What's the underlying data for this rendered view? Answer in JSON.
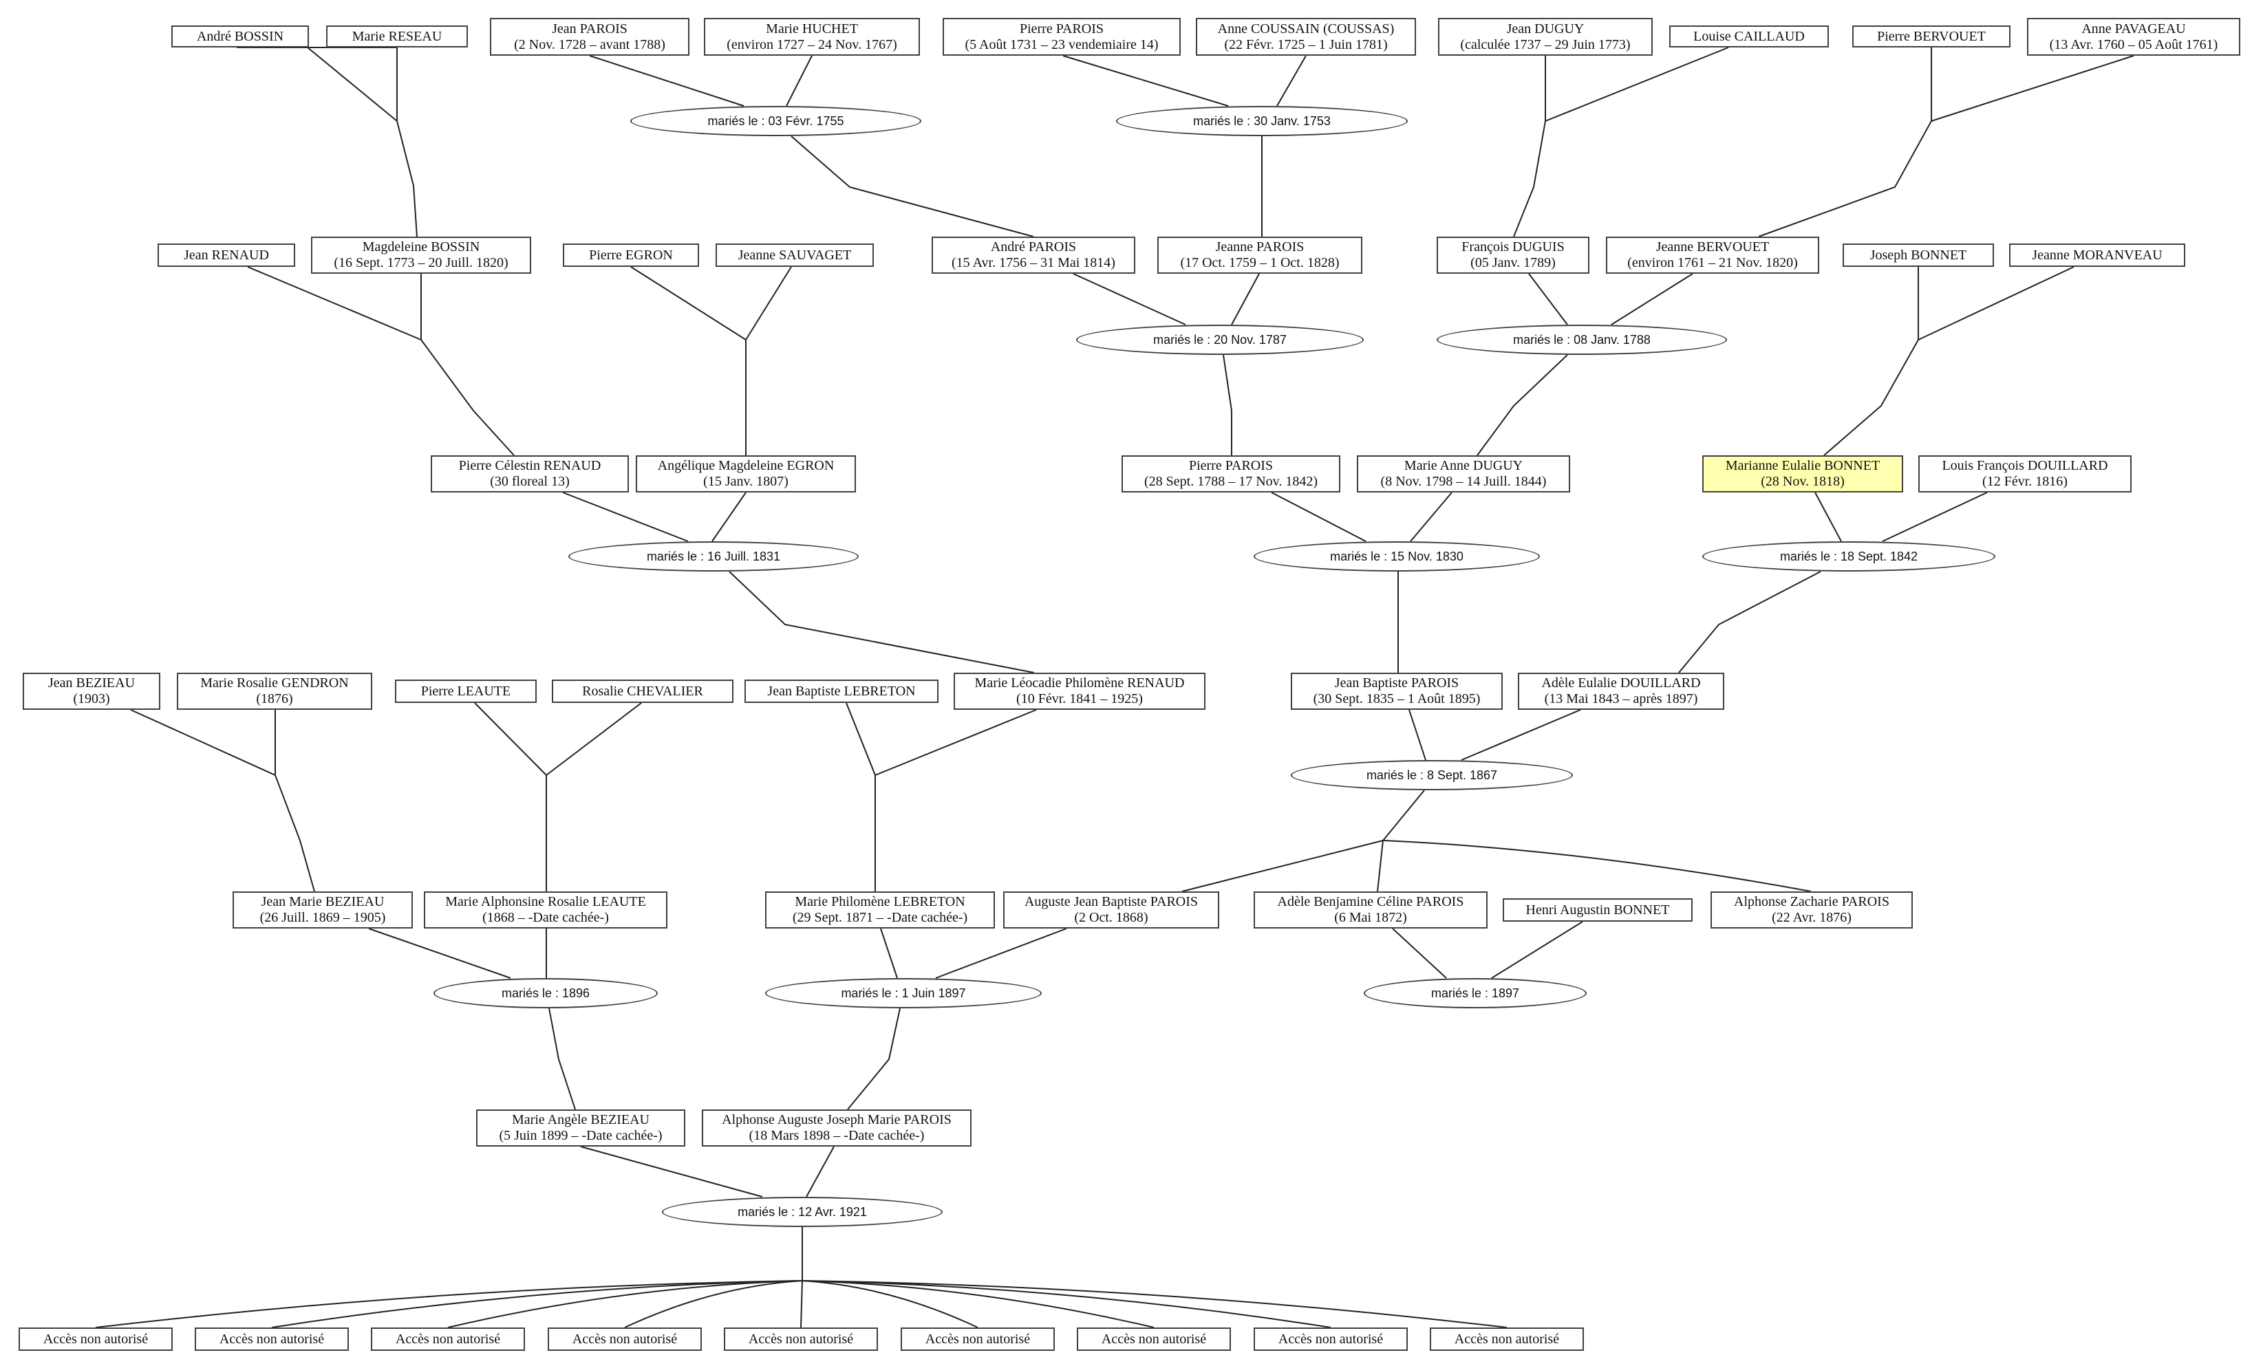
{
  "colors": {
    "highlight": "#ffffb0",
    "border": "#404040",
    "line": "#222222"
  },
  "persons": {
    "andre_bossin": {
      "name": "André BOSSIN",
      "dates": ""
    },
    "marie_reseau": {
      "name": "Marie RESEAU",
      "dates": ""
    },
    "jean_parois_1728": {
      "name": "Jean PAROIS",
      "dates": "(2 Nov. 1728 – avant 1788)"
    },
    "marie_huchet": {
      "name": "Marie HUCHET",
      "dates": "(environ 1727 – 24 Nov. 1767)"
    },
    "pierre_parois_1731": {
      "name": "Pierre PAROIS",
      "dates": "(5 Août 1731 – 23 vendemiaire 14)"
    },
    "anne_coussain": {
      "name": "Anne COUSSAIN (COUSSAS)",
      "dates": "(22 Févr. 1725 – 1 Juin 1781)"
    },
    "jean_duguy": {
      "name": "Jean DUGUY",
      "dates": "(calculée 1737 – 29 Juin 1773)"
    },
    "louise_caillaud": {
      "name": "Louise CAILLAUD",
      "dates": ""
    },
    "pierre_bervouet": {
      "name": "Pierre BERVOUET",
      "dates": ""
    },
    "anne_pavageau": {
      "name": "Anne PAVAGEAU",
      "dates": "(13 Avr. 1760 – 05 Août 1761)"
    },
    "jean_renaud": {
      "name": "Jean RENAUD",
      "dates": ""
    },
    "magdeleine_bossin": {
      "name": "Magdeleine BOSSIN",
      "dates": "(16 Sept. 1773 – 20 Juill. 1820)"
    },
    "pierre_egron": {
      "name": "Pierre EGRON",
      "dates": ""
    },
    "jeanne_sauvaget": {
      "name": "Jeanne SAUVAGET",
      "dates": ""
    },
    "andre_parois": {
      "name": "André PAROIS",
      "dates": "(15 Avr. 1756 – 31 Mai 1814)"
    },
    "jeanne_parois": {
      "name": "Jeanne PAROIS",
      "dates": "(17 Oct. 1759 – 1 Oct. 1828)"
    },
    "francois_duguis": {
      "name": "François DUGUIS",
      "dates": "(05 Janv. 1789)"
    },
    "jeanne_bervouet": {
      "name": "Jeanne BERVOUET",
      "dates": "(environ 1761 – 21 Nov. 1820)"
    },
    "joseph_bonnet": {
      "name": "Joseph BONNET",
      "dates": ""
    },
    "jeanne_moranveau": {
      "name": "Jeanne MORANVEAU",
      "dates": ""
    },
    "pierre_celestin_renaud": {
      "name": "Pierre Célestin RENAUD",
      "dates": "(30 floreal 13)"
    },
    "angelique_egron": {
      "name": "Angélique Magdeleine EGRON",
      "dates": "(15 Janv. 1807)"
    },
    "pierre_parois_1788": {
      "name": "Pierre PAROIS",
      "dates": "(28 Sept. 1788 – 17 Nov. 1842)"
    },
    "marie_anne_duguy": {
      "name": "Marie Anne DUGUY",
      "dates": "(8 Nov. 1798 – 14 Juill. 1844)"
    },
    "marianne_bonnet": {
      "name": "Marianne Eulalie BONNET",
      "dates": "(28 Nov. 1818)"
    },
    "louis_douillard": {
      "name": "Louis François DOUILLARD",
      "dates": "(12 Févr. 1816)"
    },
    "jean_bezieau_1903": {
      "name": "Jean BEZIEAU",
      "dates": "(1903)"
    },
    "marie_rosalie_gendron": {
      "name": "Marie Rosalie GENDRON",
      "dates": "(1876)"
    },
    "pierre_leaute": {
      "name": "Pierre LEAUTE",
      "dates": ""
    },
    "rosalie_chevalier": {
      "name": "Rosalie CHEVALIER",
      "dates": ""
    },
    "jean_baptiste_lebreton": {
      "name": "Jean Baptiste LEBRETON",
      "dates": ""
    },
    "marie_leocadie_renaud": {
      "name": "Marie Léocadie Philomène RENAUD",
      "dates": "(10 Févr. 1841 – 1925)"
    },
    "jean_baptiste_parois": {
      "name": "Jean Baptiste PAROIS",
      "dates": "(30 Sept. 1835 – 1 Août 1895)"
    },
    "adele_douillard": {
      "name": "Adèle Eulalie DOUILLARD",
      "dates": "(13 Mai 1843 – après 1897)"
    },
    "jean_marie_bezieau": {
      "name": "Jean Marie BEZIEAU",
      "dates": "(26 Juill. 1869 – 1905)"
    },
    "marie_alphonsine_leaute": {
      "name": "Marie Alphonsine Rosalie LEAUTE",
      "dates": "(1868 – -Date cachée-)"
    },
    "marie_philomene_lebreton": {
      "name": "Marie Philomène LEBRETON",
      "dates": "(29 Sept. 1871 – -Date cachée-)"
    },
    "auguste_parois": {
      "name": "Auguste Jean Baptiste PAROIS",
      "dates": "(2 Oct. 1868)"
    },
    "adele_celine_parois": {
      "name": "Adèle Benjamine Céline PAROIS",
      "dates": "(6 Mai 1872)"
    },
    "henri_bonnet": {
      "name": "Henri Augustin BONNET",
      "dates": ""
    },
    "alphonse_zacharie_parois": {
      "name": "Alphonse Zacharie PAROIS",
      "dates": "(22 Avr. 1876)"
    },
    "marie_angele_bezieau": {
      "name": "Marie Angèle BEZIEAU",
      "dates": "(5 Juin 1899 – -Date cachée-)"
    },
    "alphonse_auguste_parois": {
      "name": "Alphonse Auguste Joseph Marie PAROIS",
      "dates": "(18 Mars 1898 – -Date cachée-)"
    },
    "child1": {
      "name": "Accès non autorisé",
      "dates": ""
    },
    "child2": {
      "name": "Accès non autorisé",
      "dates": ""
    },
    "child3": {
      "name": "Accès non autorisé",
      "dates": ""
    },
    "child4": {
      "name": "Accès non autorisé",
      "dates": ""
    },
    "child5": {
      "name": "Accès non autorisé",
      "dates": ""
    },
    "child6": {
      "name": "Accès non autorisé",
      "dates": ""
    },
    "child7": {
      "name": "Accès non autorisé",
      "dates": ""
    },
    "child8": {
      "name": "Accès non autorisé",
      "dates": ""
    },
    "child9": {
      "name": "Accès non autorisé",
      "dates": ""
    }
  },
  "marriages": {
    "m1755": {
      "label": "mariés le : 03 Févr. 1755"
    },
    "m1753": {
      "label": "mariés le : 30 Janv. 1753"
    },
    "m1787": {
      "label": "mariés le : 20 Nov. 1787"
    },
    "m1788": {
      "label": "mariés le : 08 Janv. 1788"
    },
    "m1831": {
      "label": "mariés le : 16 Juill. 1831"
    },
    "m1830": {
      "label": "mariés le : 15 Nov. 1830"
    },
    "m1842": {
      "label": "mariés le : 18 Sept. 1842"
    },
    "m1867": {
      "label": "mariés le : 8 Sept. 1867"
    },
    "m1896": {
      "label": "mariés le : 1896"
    },
    "m1897a": {
      "label": "mariés le : 1 Juin 1897"
    },
    "m1897b": {
      "label": "mariés le : 1897"
    },
    "m1921": {
      "label": "mariés le : 12 Avr. 1921"
    }
  }
}
